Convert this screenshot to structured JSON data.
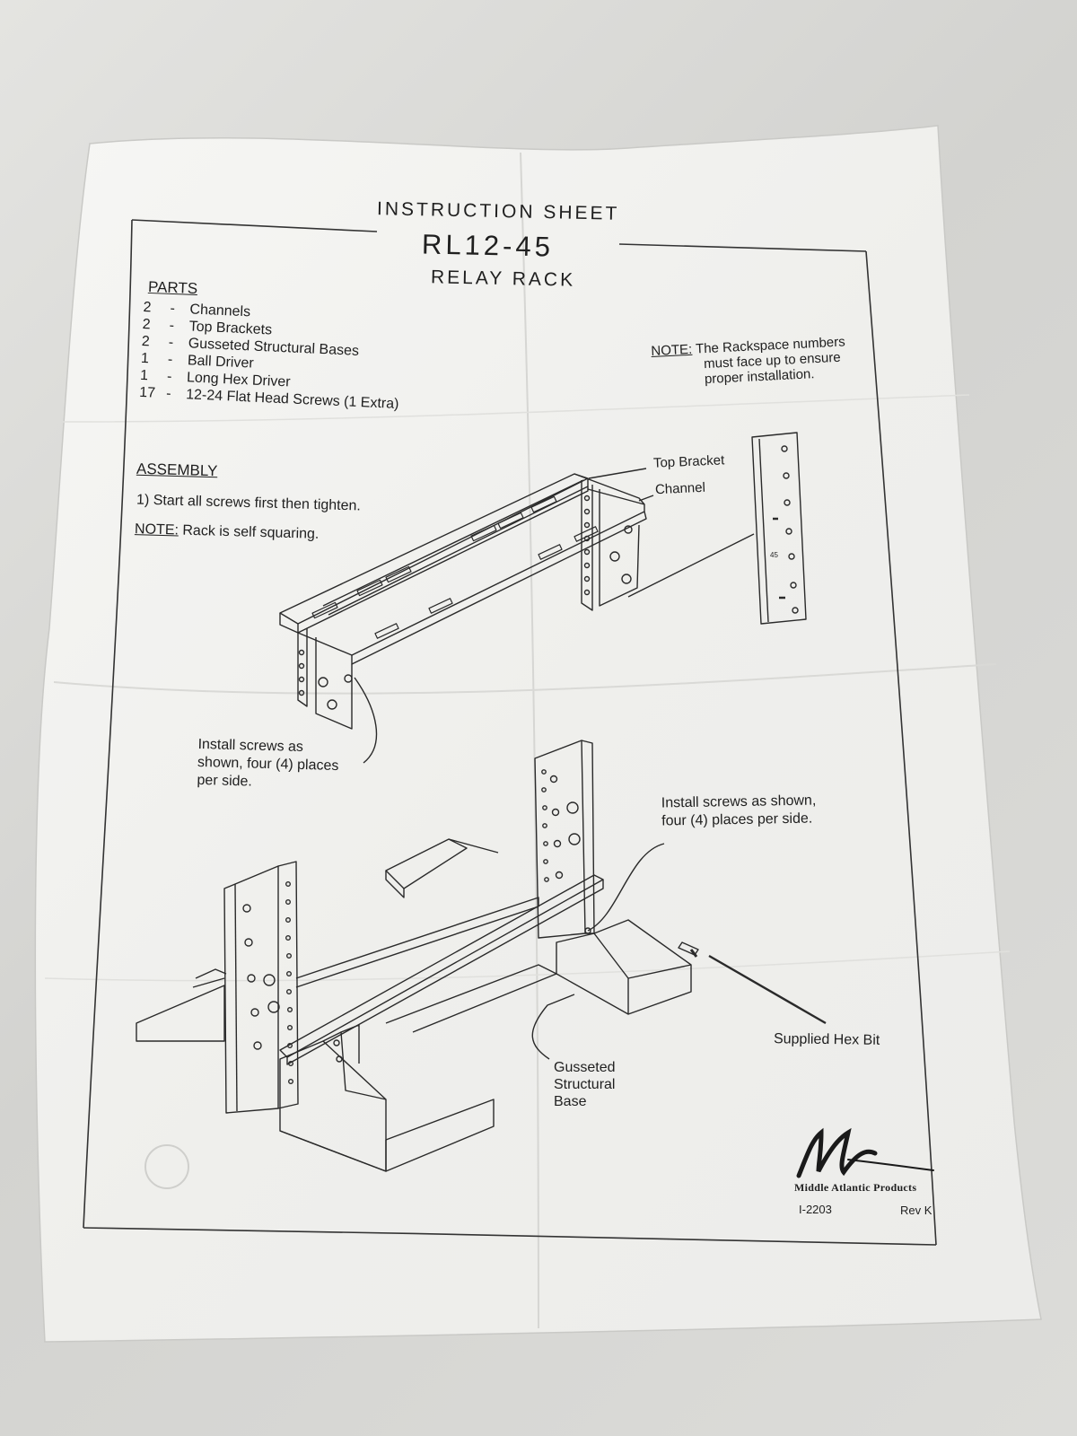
{
  "header": {
    "line1": "INSTRUCTION SHEET",
    "model": "RL12-45",
    "line3": "RELAY RACK"
  },
  "parts": {
    "title": "PARTS",
    "items": [
      {
        "qty": "2",
        "dash": "-",
        "name": "Channels"
      },
      {
        "qty": "2",
        "dash": "-",
        "name": "Top Brackets"
      },
      {
        "qty": "2",
        "dash": "-",
        "name": "Gusseted Structural Bases"
      },
      {
        "qty": "1",
        "dash": "-",
        "name": "Ball Driver"
      },
      {
        "qty": "1",
        "dash": "-",
        "name": "Long Hex Driver"
      },
      {
        "qty": "17",
        "dash": "-",
        "name": "12-24 Flat Head Screws (1 Extra)"
      }
    ]
  },
  "rack_note": {
    "label": "NOTE:",
    "line1": "The Rackspace numbers",
    "line2": "must face up to ensure",
    "line3": "proper installation."
  },
  "rail_marking": "45",
  "assembly": {
    "title": "ASSEMBLY",
    "step1": "1) Start all screws first then tighten.",
    "note_label": "NOTE:",
    "note_text": "Rack is self squaring."
  },
  "callouts": {
    "top_bracket": "Top Bracket",
    "channel": "Channel",
    "install_1_line1": "Install screws as",
    "install_1_line2": "shown, four (4) places",
    "install_1_line3": "per side.",
    "install_2_line1": "Install screws as shown,",
    "install_2_line2": "four (4) places per side.",
    "hex_bit": "Supplied Hex Bit",
    "base_line1": "Gusseted",
    "base_line2": "Structural",
    "base_line3": "Base"
  },
  "footer": {
    "company": "Middle Atlantic Products",
    "doc_number": "I-2203",
    "revision": "Rev K"
  },
  "colors": {
    "background": "#d9d9d6",
    "paper": "#f3f3f1",
    "ink": "#1f1f1f"
  }
}
